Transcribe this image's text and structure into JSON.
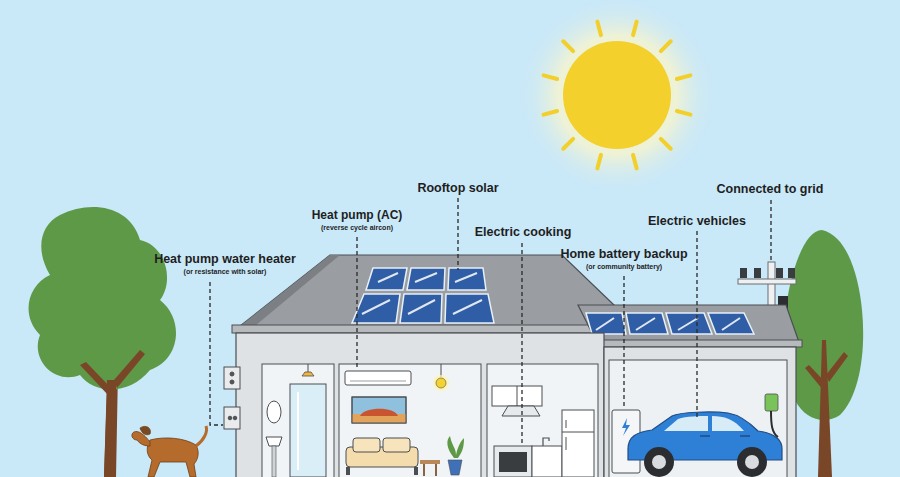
{
  "diagram": {
    "labels": [
      "Heat pump water heater",
      "(or resistance with solar)",
      "Heat pump (AC)",
      "(reverse cycle aircon)",
      "Rooftop solar",
      "Electric cooking",
      "Home battery backup",
      "(or community battery)",
      "Electric vehicles",
      "Connected to grid"
    ]
  }
}
